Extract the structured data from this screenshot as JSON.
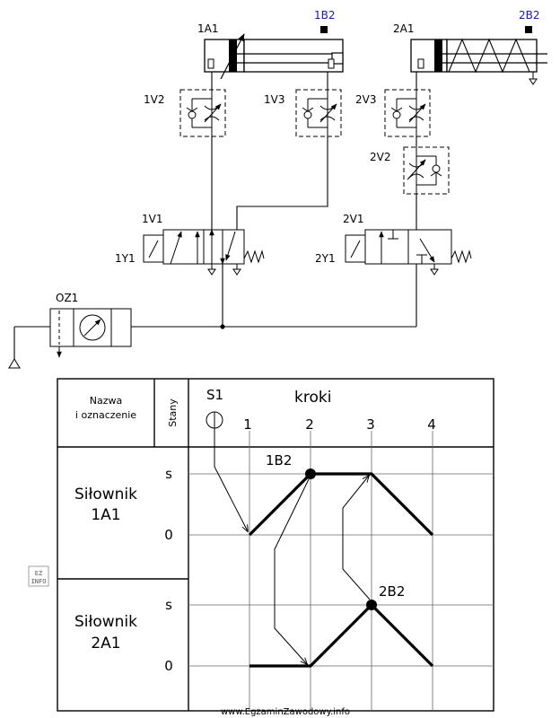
{
  "circuit": {
    "cyl1": "1A1",
    "cyl2": "2A1",
    "sensor1": "1B2",
    "sensor2": "2B2",
    "throttle_1v2": "1V2",
    "throttle_1v3": "1V3",
    "throttle_2v3": "2V3",
    "throttle_2v2": "2V2",
    "valve1": "1V1",
    "valve2": "2V1",
    "solenoid1": "1Y1",
    "solenoid2": "2Y1",
    "fru": "OZ1",
    "sensor_color": "#1a1aa6"
  },
  "table": {
    "header_name_line1": "Nazwa",
    "header_name_line2": "i oznaczenie",
    "header_states": "Stany",
    "start_label": "S1",
    "steps_label": "kroki",
    "steps": [
      "1",
      "2",
      "3",
      "4"
    ],
    "rows": [
      {
        "name_line1": "Siłownik",
        "name_line2": "1A1",
        "state_top": "s",
        "state_bottom": "0",
        "marker": "1B2"
      },
      {
        "name_line1": "Siłownik",
        "name_line2": "2A1",
        "state_top": "s",
        "state_bottom": "0",
        "marker": "2B2"
      }
    ]
  },
  "logo": "EZ INFO",
  "footer": "www.EgzaminZawodowy.info"
}
